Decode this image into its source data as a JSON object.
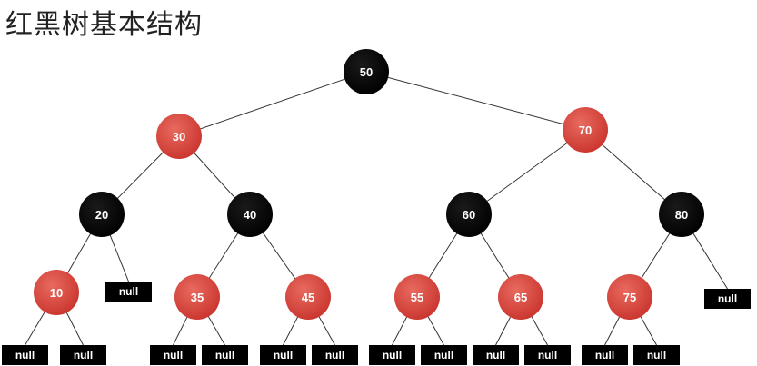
{
  "title": "红黑树基本结构",
  "colors": {
    "red": "#d8403a",
    "black": "#000000",
    "null_box": "#000000",
    "edge": "#333333",
    "text": "#ffffff"
  },
  "null_label": "null",
  "nodes": [
    {
      "id": "n50",
      "value": "50",
      "color": "black"
    },
    {
      "id": "n30",
      "value": "30",
      "color": "red"
    },
    {
      "id": "n70",
      "value": "70",
      "color": "red"
    },
    {
      "id": "n20",
      "value": "20",
      "color": "black"
    },
    {
      "id": "n40",
      "value": "40",
      "color": "black"
    },
    {
      "id": "n60",
      "value": "60",
      "color": "black"
    },
    {
      "id": "n80",
      "value": "80",
      "color": "black"
    },
    {
      "id": "n10",
      "value": "10",
      "color": "red"
    },
    {
      "id": "n35",
      "value": "35",
      "color": "red"
    },
    {
      "id": "n45",
      "value": "45",
      "color": "red"
    },
    {
      "id": "n55",
      "value": "55",
      "color": "red"
    },
    {
      "id": "n65",
      "value": "65",
      "color": "red"
    },
    {
      "id": "n75",
      "value": "75",
      "color": "red"
    }
  ],
  "null_leaves": [
    {
      "id": "null-20-right",
      "parent": "n20"
    },
    {
      "id": "null-80-right",
      "parent": "n80"
    },
    {
      "id": "null-10-left",
      "parent": "n10"
    },
    {
      "id": "null-10-right",
      "parent": "n10"
    },
    {
      "id": "null-35-left",
      "parent": "n35"
    },
    {
      "id": "null-35-right",
      "parent": "n35"
    },
    {
      "id": "null-45-left",
      "parent": "n45"
    },
    {
      "id": "null-45-right",
      "parent": "n45"
    },
    {
      "id": "null-55-left",
      "parent": "n55"
    },
    {
      "id": "null-55-right",
      "parent": "n55"
    },
    {
      "id": "null-65-left",
      "parent": "n65"
    },
    {
      "id": "null-65-right",
      "parent": "n65"
    },
    {
      "id": "null-75-left",
      "parent": "n75"
    },
    {
      "id": "null-75-right",
      "parent": "n75"
    }
  ],
  "edges": [
    [
      "n50",
      "n30"
    ],
    [
      "n50",
      "n70"
    ],
    [
      "n30",
      "n20"
    ],
    [
      "n30",
      "n40"
    ],
    [
      "n70",
      "n60"
    ],
    [
      "n70",
      "n80"
    ],
    [
      "n20",
      "n10"
    ],
    [
      "n20",
      "null-20-right"
    ],
    [
      "n40",
      "n35"
    ],
    [
      "n40",
      "n45"
    ],
    [
      "n60",
      "n55"
    ],
    [
      "n60",
      "n65"
    ],
    [
      "n80",
      "n75"
    ],
    [
      "n80",
      "null-80-right"
    ],
    [
      "n10",
      "null-10-left"
    ],
    [
      "n10",
      "null-10-right"
    ],
    [
      "n35",
      "null-35-left"
    ],
    [
      "n35",
      "null-35-right"
    ],
    [
      "n45",
      "null-45-left"
    ],
    [
      "n45",
      "null-45-right"
    ],
    [
      "n55",
      "null-55-left"
    ],
    [
      "n55",
      "null-55-right"
    ],
    [
      "n65",
      "null-65-left"
    ],
    [
      "n65",
      "null-65-right"
    ],
    [
      "n75",
      "null-75-left"
    ],
    [
      "n75",
      "null-75-right"
    ]
  ]
}
